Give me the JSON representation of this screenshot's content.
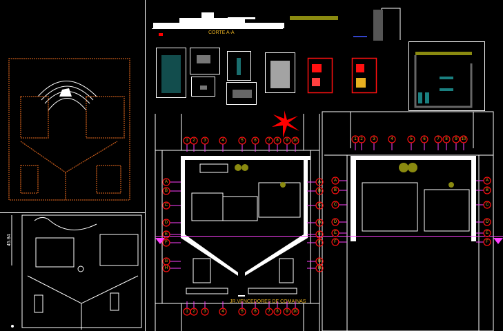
{
  "section": {
    "title": "CORTE A-A"
  },
  "dimension": {
    "value": "45.84"
  },
  "street": {
    "name": "JR.VENCEDORES DE COMAINAS"
  },
  "grid": {
    "columns": [
      "1",
      "2",
      "3",
      "4",
      "5",
      "6",
      "7",
      "8",
      "9",
      "10"
    ],
    "rows_main": [
      "A",
      "B",
      "C",
      "D",
      "E",
      "F",
      "G",
      "H"
    ],
    "rows_right": [
      "A",
      "B",
      "C",
      "D",
      "E",
      "F"
    ]
  },
  "colors": {
    "background": "#000000",
    "lines": "#ffffff",
    "grid_bubble": "#ff1010",
    "grid_text": "#e8b020",
    "axis_line": "#ff40ff",
    "site_plan": "#c0581a",
    "north_arrow": "#ff0000",
    "vegetation": "#8a8a10"
  }
}
